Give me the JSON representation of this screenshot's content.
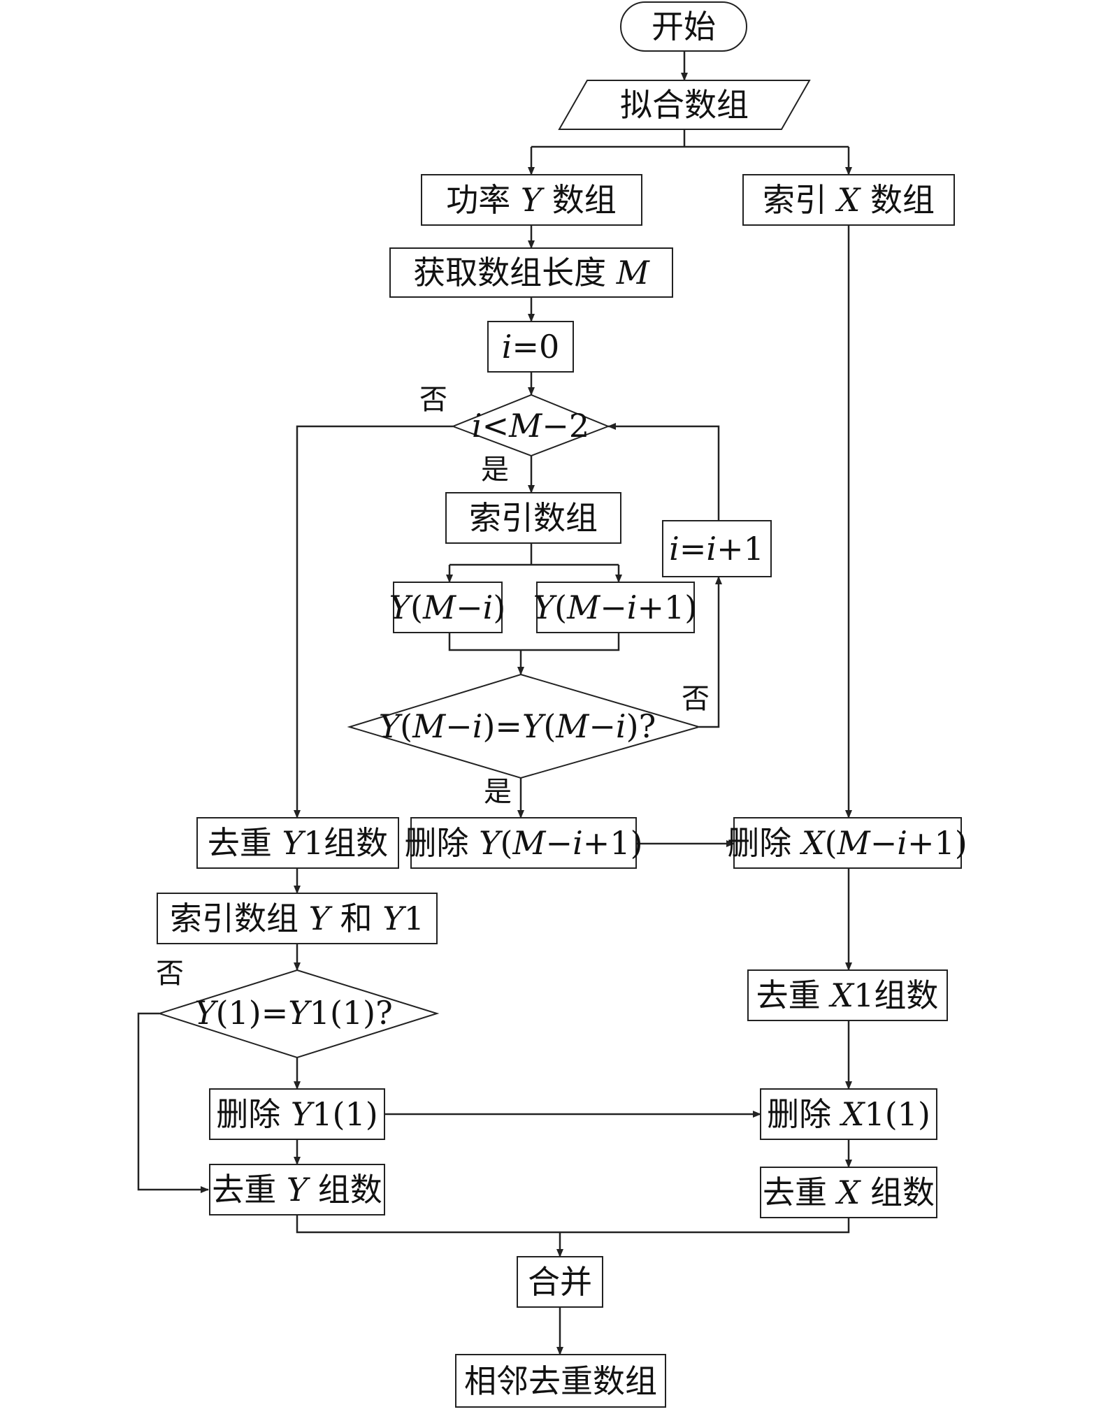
{
  "nodes": {
    "start": [
      {
        "t": "开始"
      }
    ],
    "fit": [
      {
        "t": "拟合数组"
      }
    ],
    "powerY": [
      {
        "t": "功率 "
      },
      {
        "t": "Y",
        "i": true
      },
      {
        "t": " 数组"
      }
    ],
    "indexX": [
      {
        "t": "索引 "
      },
      {
        "t": "X",
        "i": true
      },
      {
        "t": " 数组"
      }
    ],
    "getLen": [
      {
        "t": "获取数组长度 "
      },
      {
        "t": "M",
        "i": true
      }
    ],
    "init": [
      {
        "t": "i",
        "i": true
      },
      {
        "t": "=0"
      }
    ],
    "cond1": [
      {
        "t": "i",
        "i": true
      },
      {
        "t": "<"
      },
      {
        "t": "M",
        "i": true
      },
      {
        "t": "−2"
      }
    ],
    "indexArr": [
      {
        "t": "索引数组"
      }
    ],
    "inc": [
      {
        "t": "i",
        "i": true
      },
      {
        "t": "="
      },
      {
        "t": "i",
        "i": true
      },
      {
        "t": "+1"
      }
    ],
    "yMi": [
      {
        "t": "Y",
        "i": true
      },
      {
        "t": "("
      },
      {
        "t": "M",
        "i": true
      },
      {
        "t": "−"
      },
      {
        "t": "i",
        "i": true
      },
      {
        "t": ")"
      }
    ],
    "yMi1": [
      {
        "t": "Y",
        "i": true
      },
      {
        "t": "("
      },
      {
        "t": "M",
        "i": true
      },
      {
        "t": "−"
      },
      {
        "t": "i",
        "i": true
      },
      {
        "t": "+1)"
      }
    ],
    "cond2": [
      {
        "t": "Y",
        "i": true
      },
      {
        "t": "("
      },
      {
        "t": "M",
        "i": true
      },
      {
        "t": "−"
      },
      {
        "t": "i",
        "i": true
      },
      {
        "t": ")="
      },
      {
        "t": "Y",
        "i": true
      },
      {
        "t": "("
      },
      {
        "t": "M",
        "i": true
      },
      {
        "t": "−"
      },
      {
        "t": "i",
        "i": true
      },
      {
        "t": ")?"
      }
    ],
    "dedupY1": [
      {
        "t": "去重 "
      },
      {
        "t": "Y",
        "i": true
      },
      {
        "t": "1组数"
      }
    ],
    "delYMi1": [
      {
        "t": "删除 "
      },
      {
        "t": "Y",
        "i": true
      },
      {
        "t": "("
      },
      {
        "t": "M",
        "i": true
      },
      {
        "t": "−"
      },
      {
        "t": "i",
        "i": true
      },
      {
        "t": "+1)"
      }
    ],
    "delXMi1": [
      {
        "t": "删除 "
      },
      {
        "t": "X",
        "i": true
      },
      {
        "t": "("
      },
      {
        "t": "M",
        "i": true
      },
      {
        "t": "−"
      },
      {
        "t": "i",
        "i": true
      },
      {
        "t": "+1)"
      }
    ],
    "indexYY1": [
      {
        "t": "索引数组 "
      },
      {
        "t": "Y",
        "i": true
      },
      {
        "t": " 和 "
      },
      {
        "t": "Y",
        "i": true
      },
      {
        "t": "1"
      }
    ],
    "dedupX1": [
      {
        "t": "去重 "
      },
      {
        "t": "X",
        "i": true
      },
      {
        "t": "1组数"
      }
    ],
    "cond3": [
      {
        "t": "Y",
        "i": true
      },
      {
        "t": "(1)="
      },
      {
        "t": "Y",
        "i": true
      },
      {
        "t": "1(1)?"
      }
    ],
    "delY11": [
      {
        "t": "删除 "
      },
      {
        "t": "Y",
        "i": true
      },
      {
        "t": "1(1)"
      }
    ],
    "delX11": [
      {
        "t": "删除 "
      },
      {
        "t": "X",
        "i": true
      },
      {
        "t": "1(1)"
      }
    ],
    "dedupY": [
      {
        "t": "去重 "
      },
      {
        "t": "Y",
        "i": true
      },
      {
        "t": " 组数"
      }
    ],
    "dedupX": [
      {
        "t": "去重 "
      },
      {
        "t": "X",
        "i": true
      },
      {
        "t": " 组数"
      }
    ],
    "merge": [
      {
        "t": "合并"
      }
    ],
    "result": [
      {
        "t": "相邻去重数组"
      }
    ]
  },
  "labels": {
    "cond1_no": "否",
    "cond1_yes": "是",
    "cond2_no": "否",
    "cond2_yes": "是",
    "cond3_no": "否"
  }
}
